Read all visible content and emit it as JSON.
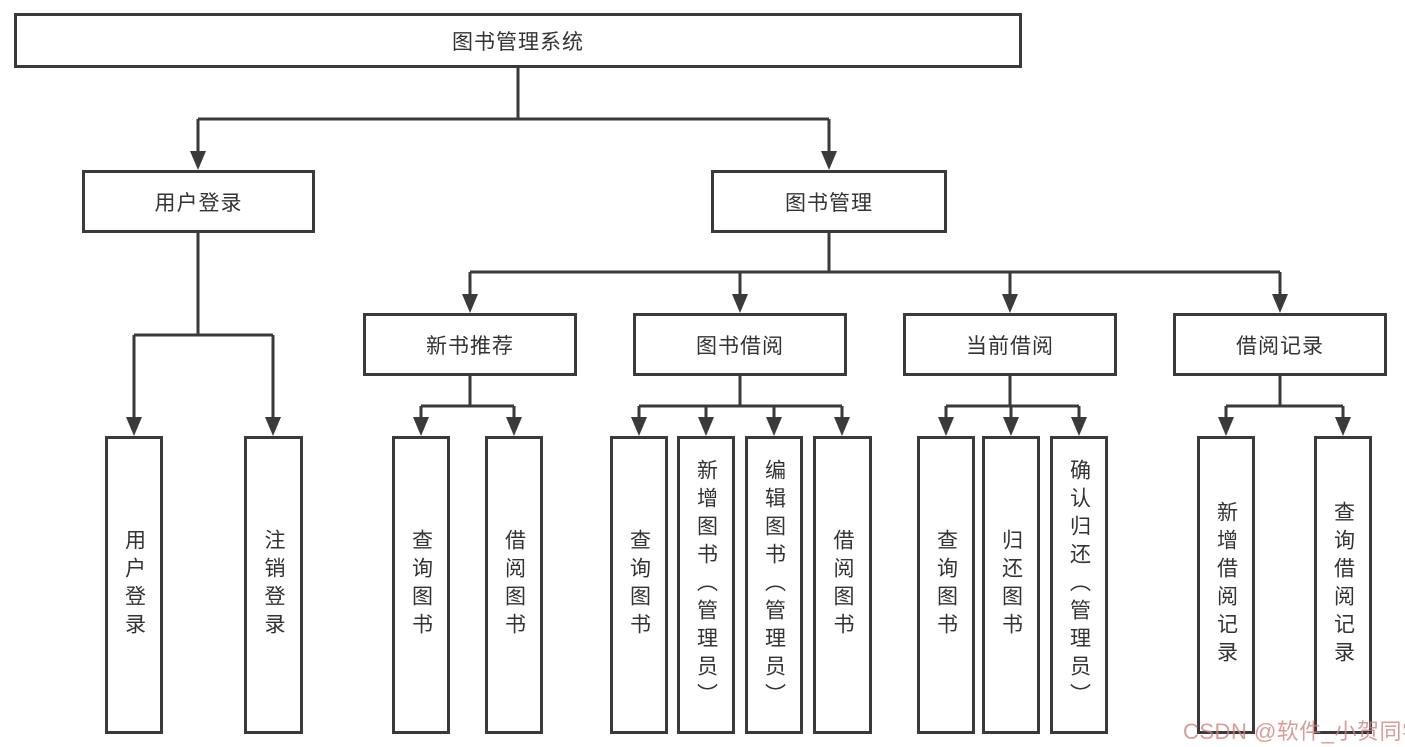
{
  "page": {
    "background_color": "#ffffff",
    "line_color": "#3a3a3a",
    "text_color": "#333333",
    "watermark_color": "#ce827c"
  },
  "diagram": {
    "root": {
      "label": "图书管理系统"
    },
    "branches": [
      {
        "label": "用户登录",
        "children": [
          {
            "label": "用户登录"
          },
          {
            "label": "注销登录"
          }
        ]
      },
      {
        "label": "图书管理",
        "children": [
          {
            "label": "新书推荐",
            "children": [
              {
                "label": "查询图书"
              },
              {
                "label": "借阅图书"
              }
            ]
          },
          {
            "label": "图书借阅",
            "children": [
              {
                "label": "查询图书"
              },
              {
                "label": "新增图书（管理员）"
              },
              {
                "label": "编辑图书（管理员）"
              },
              {
                "label": "借阅图书"
              }
            ]
          },
          {
            "label": "当前借阅",
            "children": [
              {
                "label": "查询图书"
              },
              {
                "label": "归还图书"
              },
              {
                "label": "确认归还（管理员）"
              }
            ]
          },
          {
            "label": "借阅记录",
            "children": [
              {
                "label": "新增借阅记录"
              },
              {
                "label": "查询借阅记录"
              }
            ]
          }
        ]
      }
    ]
  },
  "watermark": {
    "text": "CSDN @软件_小贺同学"
  }
}
